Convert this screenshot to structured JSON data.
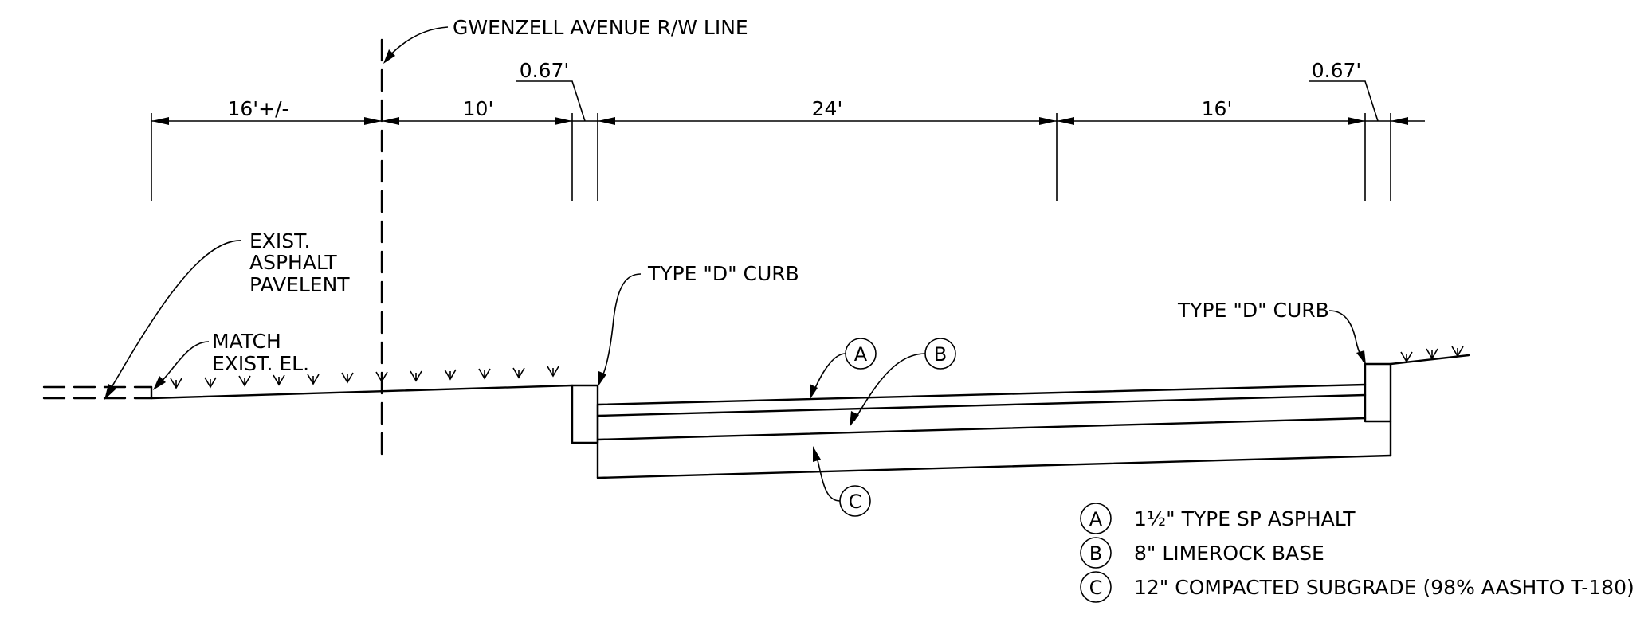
{
  "labels": {
    "rw_line": "GWENZELL AVENUE R/W LINE",
    "exist_pavement": [
      "EXIST.",
      "ASPHALT",
      "PAVELENT"
    ],
    "match": [
      "MATCH",
      "EXIST. EL."
    ],
    "curb_left": "TYPE \"D\" CURB",
    "curb_right": "TYPE \"D\" CURB"
  },
  "dimensions": {
    "left": "16'+/-",
    "sidewalk": "10'",
    "curb_left": "0.67'",
    "road_a": "24'",
    "road_b": "16'",
    "curb_right": "0.67'"
  },
  "callouts": {
    "a": "A",
    "b": "B",
    "c": "C"
  },
  "legend": [
    {
      "key": "A",
      "text": "1½\" TYPE SP ASPHALT"
    },
    {
      "key": "B",
      "text": "8\" LIMEROCK BASE"
    },
    {
      "key": "C",
      "text": "12\" COMPACTED SUBGRADE (98% AASHTO T-180)"
    }
  ],
  "icons": {
    "grass": "grass-tuft-icon",
    "callout": "circled-letter-icon",
    "arrow": "arrowhead-icon"
  }
}
